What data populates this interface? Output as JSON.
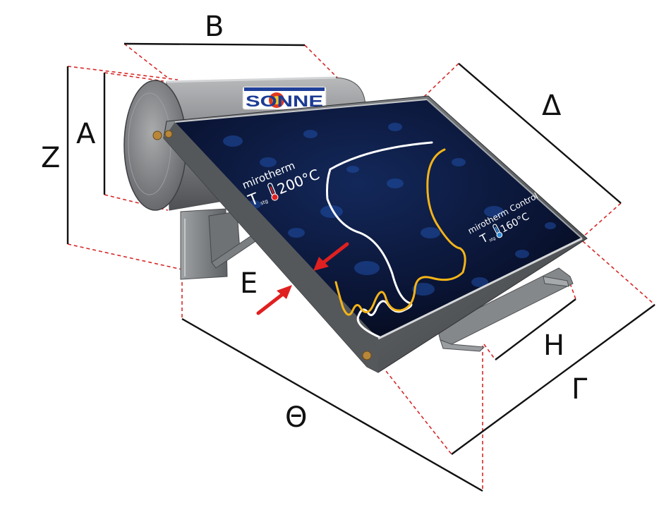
{
  "dimensions": {
    "A": "A",
    "B": "B",
    "Z": "Z",
    "Delta": "Δ",
    "E": "E",
    "Theta": "Θ",
    "H": "H",
    "Gamma": "Γ"
  },
  "tank": {
    "brand": "SONNE"
  },
  "collector": {
    "left_label": {
      "brand": "mirotherm",
      "symbol": "T",
      "subscript": "stg",
      "temperature": "200°C"
    },
    "right_label": {
      "brand": "mirotherm Control",
      "symbol": "T",
      "subscript": "stg",
      "temperature": "160°C"
    }
  },
  "colors": {
    "dimension_line": "#111111",
    "extension_line": "#d62828",
    "arrow": "#e02020",
    "tank_body": "#8a8c8e",
    "panel_glass": "#070d1e",
    "panel_frame": "#6d7073",
    "white_curve": "#ffffff",
    "yellow_curve": "#f5b417"
  }
}
